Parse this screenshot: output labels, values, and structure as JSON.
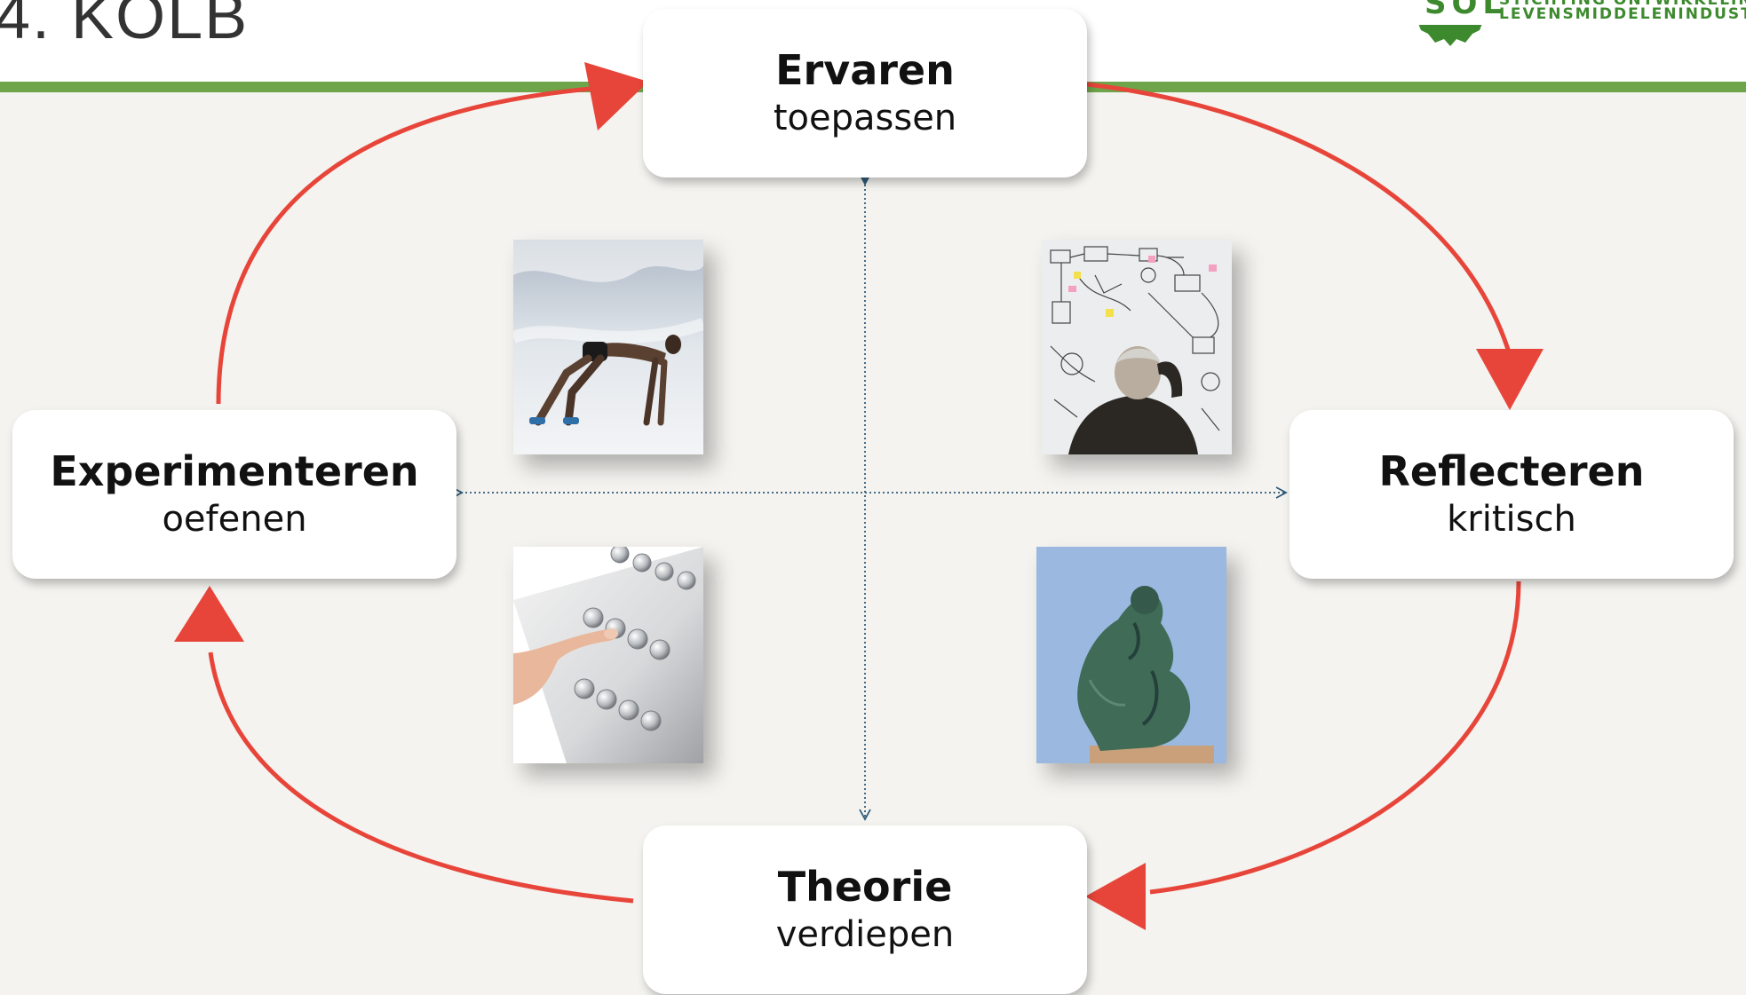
{
  "slide": {
    "title": "4. KOLB"
  },
  "logo": {
    "mark": "SOL",
    "line1": "STICHTING ONTWIKKELINGSFONDS",
    "line2": "LEVENSMIDDELENINDUSTRIE"
  },
  "stages": {
    "top": {
      "title": "Ervaren",
      "subtitle": "toepassen"
    },
    "right": {
      "title": "Reflecteren",
      "subtitle": "kritisch"
    },
    "bottom": {
      "title": "Theorie",
      "subtitle": "verdiepen"
    },
    "left": {
      "title": "Experimenteren",
      "subtitle": "oefenen"
    }
  },
  "photos": [
    {
      "icon": "sprinter-start-photo"
    },
    {
      "icon": "whiteboard-thinker-photo"
    },
    {
      "icon": "button-press-photo"
    },
    {
      "icon": "thinker-statue-photo"
    }
  ],
  "colors": {
    "accent_green": "#6ea44a",
    "cycle_arrow": "#e8453a",
    "axis_line": "#2f5a7a"
  }
}
